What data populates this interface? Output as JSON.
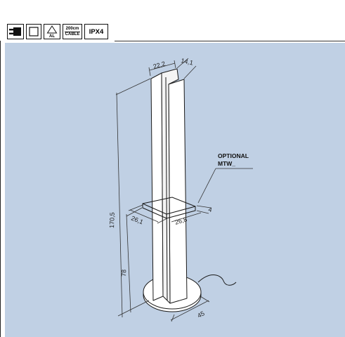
{
  "badges": {
    "recycle_text": "AL",
    "cable_top": "200cm",
    "cable_bottom": "CABLE",
    "ip_rating": "IPX4"
  },
  "dimensions": {
    "top_width": "22,2",
    "top_depth": "14,1",
    "total_height": "170,5",
    "lower_height": "78",
    "ring_width": "26,1",
    "ring_depth": "26,8",
    "ring_thickness": "4",
    "base_diameter": "45"
  },
  "callout": {
    "line1": "OPTIONAL",
    "line2": "MTW_"
  },
  "colors": {
    "background": "#c0d0e4",
    "line": "#1a1a1a",
    "fill": "#ffffff"
  }
}
